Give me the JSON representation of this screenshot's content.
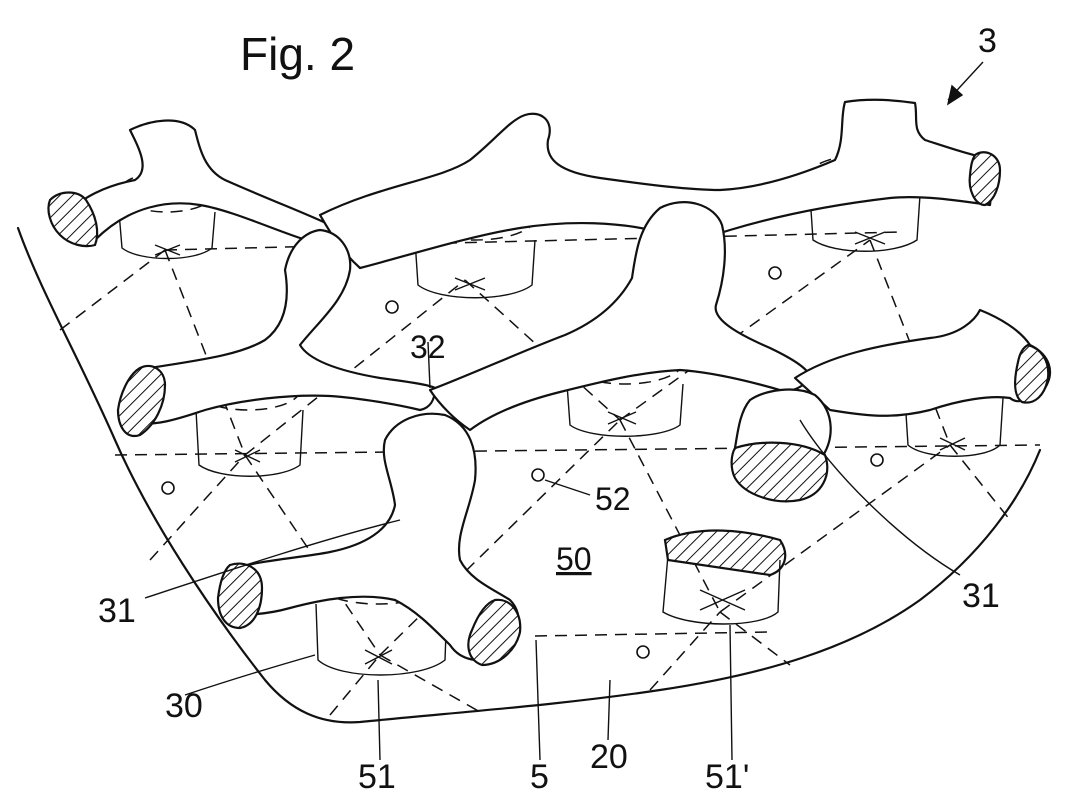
{
  "figure": {
    "title": "Fig. 2",
    "labels": {
      "ref_3": "3",
      "ref_32": "32",
      "ref_52": "52",
      "ref_50": "50",
      "ref_31_left": "31",
      "ref_31_right": "31",
      "ref_30": "30",
      "ref_51": "51",
      "ref_5": "5",
      "ref_20": "20",
      "ref_51_prime": "51'"
    }
  }
}
